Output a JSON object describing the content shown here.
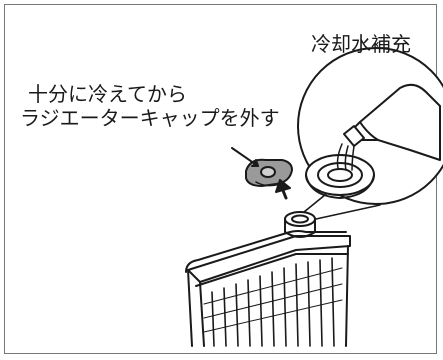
{
  "labels": {
    "refill_coolant": "冷却水補充",
    "instruction_line1": "十分に冷えてから",
    "instruction_line2": "ラジエーターキャップを外す"
  },
  "colors": {
    "line": "#1a1a1a",
    "cap_fill": "#9a9a9a",
    "background": "#ffffff",
    "frame": "#777777"
  }
}
